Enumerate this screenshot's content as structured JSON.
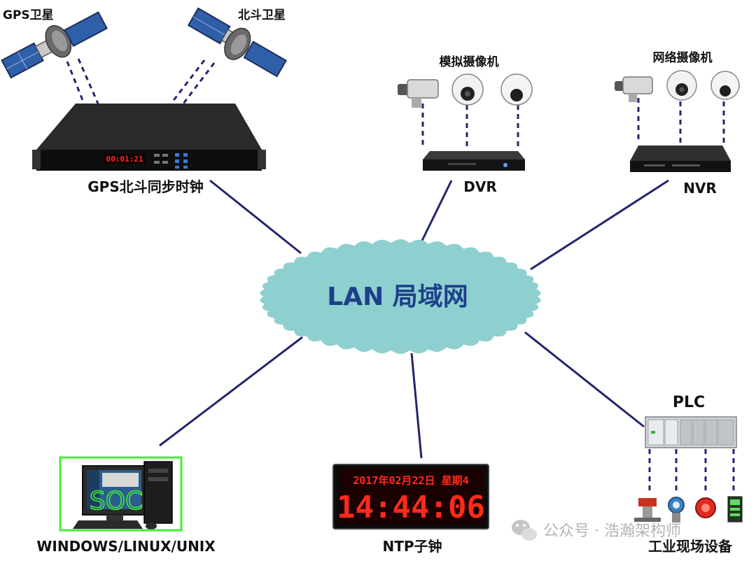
{
  "colors": {
    "lan_fill": "#8ed0cf",
    "lan_text": "#1e3f8a",
    "link_line": "#22266e",
    "dash_line": "#22266e",
    "label_text": "#111111",
    "led_red": "#ff2a1a",
    "led_bg": "#1a0000",
    "device_black": "#121212",
    "soc_box": "#44ee33"
  },
  "lan": {
    "text": "LAN 局域网"
  },
  "satellites": {
    "gps": "GPS卫星",
    "beidou": "北斗卫星"
  },
  "gps_clock": {
    "label": "GPS北斗同步时钟",
    "display": "00:01:21"
  },
  "analog_cameras": {
    "label": "模拟摄像机"
  },
  "network_cameras": {
    "label": "网络摄像机"
  },
  "dvr": {
    "label": "DVR"
  },
  "nvr": {
    "label": "NVR"
  },
  "plc": {
    "label": "PLC"
  },
  "field_devices": {
    "label": "工业现场设备"
  },
  "ntp_clock": {
    "label": "NTP子钟",
    "date_line": "2017年02月22日 星期4",
    "time_line": "14:44:06"
  },
  "computer": {
    "label": "WINDOWS/LINUX/UNIX",
    "box_text": "SOC"
  },
  "watermark": {
    "text": "公众号 · 浩瀚架构师"
  },
  "icons": [
    "satellite-icon",
    "bullet-camera-icon",
    "dome-camera-icon",
    "speed-dome-icon",
    "wechat-icon"
  ]
}
